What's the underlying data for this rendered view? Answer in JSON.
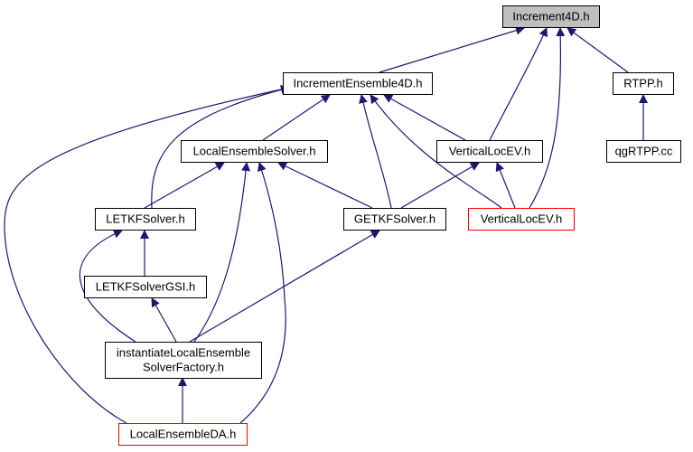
{
  "colors": {
    "edge": "#191970",
    "border_normal": "#000000",
    "border_truncated": "#ff0000",
    "fill_normal": "#ffffff",
    "fill_current": "#bfbfbf"
  },
  "nodes": {
    "increment4d": {
      "lines": [
        "Increment4D.h"
      ],
      "style": "current"
    },
    "incrementensemble4d": {
      "lines": [
        "IncrementEnsemble4D.h"
      ],
      "style": "normal"
    },
    "rtpp": {
      "lines": [
        "RTPP.h"
      ],
      "style": "normal"
    },
    "localensemblesolver": {
      "lines": [
        "LocalEnsembleSolver.h"
      ],
      "style": "normal"
    },
    "verticallocev_a": {
      "lines": [
        "VerticalLocEV.h"
      ],
      "style": "normal"
    },
    "qgrtpp": {
      "lines": [
        "qgRTPP.cc"
      ],
      "style": "normal"
    },
    "letkfsolver": {
      "lines": [
        "LETKFSolver.h"
      ],
      "style": "normal"
    },
    "getkfsolver": {
      "lines": [
        "GETKFSolver.h"
      ],
      "style": "normal"
    },
    "verticallocev_b": {
      "lines": [
        "VerticalLocEV.h"
      ],
      "style": "truncated"
    },
    "letkfsolvergsi": {
      "lines": [
        "LETKFSolverGSI.h"
      ],
      "style": "normal"
    },
    "instantiatefactory": {
      "lines": [
        "instantiateLocalEnsemble",
        "SolverFactory.h"
      ],
      "style": "normal"
    },
    "localensembleda": {
      "lines": [
        "LocalEnsembleDA.h"
      ],
      "style": "truncated"
    }
  },
  "edges": [
    {
      "from": "incrementensemble4d",
      "to": "increment4d"
    },
    {
      "from": "rtpp",
      "to": "increment4d"
    },
    {
      "from": "verticallocev_a",
      "to": "increment4d"
    },
    {
      "from": "verticallocev_b",
      "to": "increment4d"
    },
    {
      "from": "qgrtpp",
      "to": "rtpp"
    },
    {
      "from": "localensemblesolver",
      "to": "incrementensemble4d"
    },
    {
      "from": "letkfsolver",
      "to": "incrementensemble4d"
    },
    {
      "from": "getkfsolver",
      "to": "incrementensemble4d"
    },
    {
      "from": "verticallocev_a",
      "to": "incrementensemble4d"
    },
    {
      "from": "verticallocev_b",
      "to": "incrementensemble4d"
    },
    {
      "from": "localensembleda",
      "to": "incrementensemble4d"
    },
    {
      "from": "letkfsolver",
      "to": "localensemblesolver"
    },
    {
      "from": "getkfsolver",
      "to": "localensemblesolver"
    },
    {
      "from": "instantiatefactory",
      "to": "localensemblesolver"
    },
    {
      "from": "localensembleda",
      "to": "localensemblesolver"
    },
    {
      "from": "getkfsolver",
      "to": "verticallocev_a"
    },
    {
      "from": "verticallocev_b",
      "to": "verticallocev_a"
    },
    {
      "from": "letkfsolvergsi",
      "to": "letkfsolver"
    },
    {
      "from": "instantiatefactory",
      "to": "letkfsolver"
    },
    {
      "from": "instantiatefactory",
      "to": "getkfsolver"
    },
    {
      "from": "instantiatefactory",
      "to": "letkfsolvergsi"
    },
    {
      "from": "localensembleda",
      "to": "instantiatefactory"
    }
  ]
}
